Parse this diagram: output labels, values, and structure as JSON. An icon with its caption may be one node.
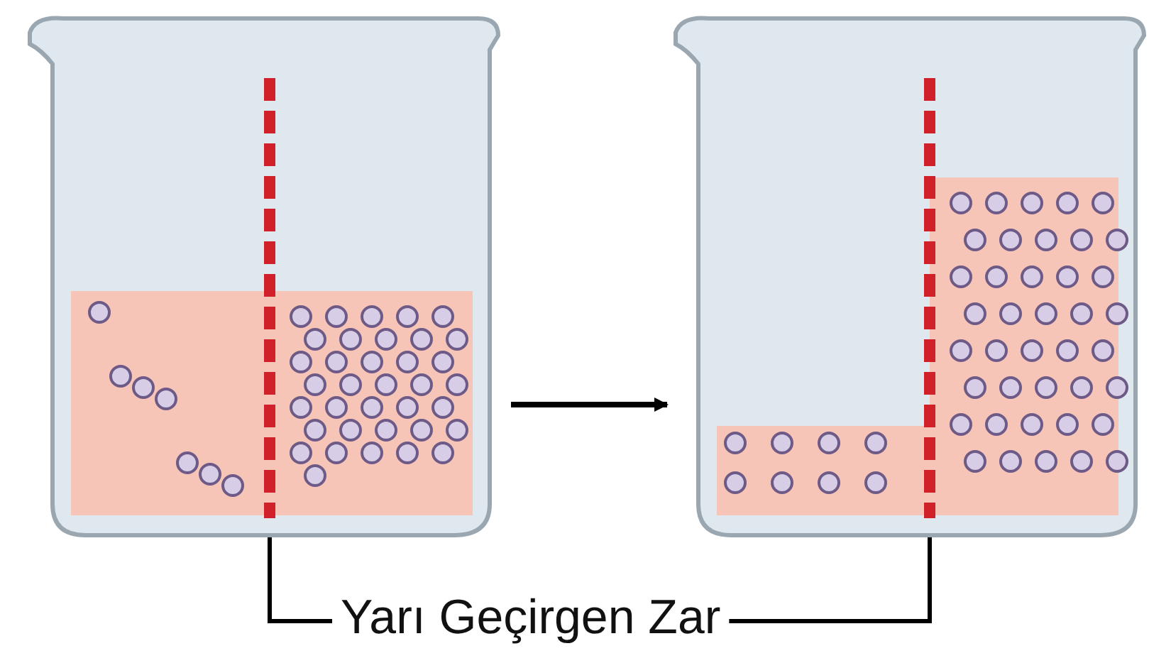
{
  "diagram": {
    "nodes": [
      {
        "text": [],
        "shape": "picture"
      },
      {
        "text": [],
        "shape": "picture"
      },
      {
        "text": [
          "Yarı Geçirgen Zar"
        ]
      },
      {
        "text": [],
        "shape": "bar",
        "in": 0
      },
      {
        "text": [],
        "shape": "bar",
        "in": 1
      }
    ],
    "edges": [
      {
        "from": 0,
        "to": 1,
        "arrow": "to"
      },
      {
        "from": 2,
        "to": 3,
        "arrow": "none"
      },
      {
        "from": 2,
        "to": 4,
        "arrow": "none"
      }
    ]
  }
}
